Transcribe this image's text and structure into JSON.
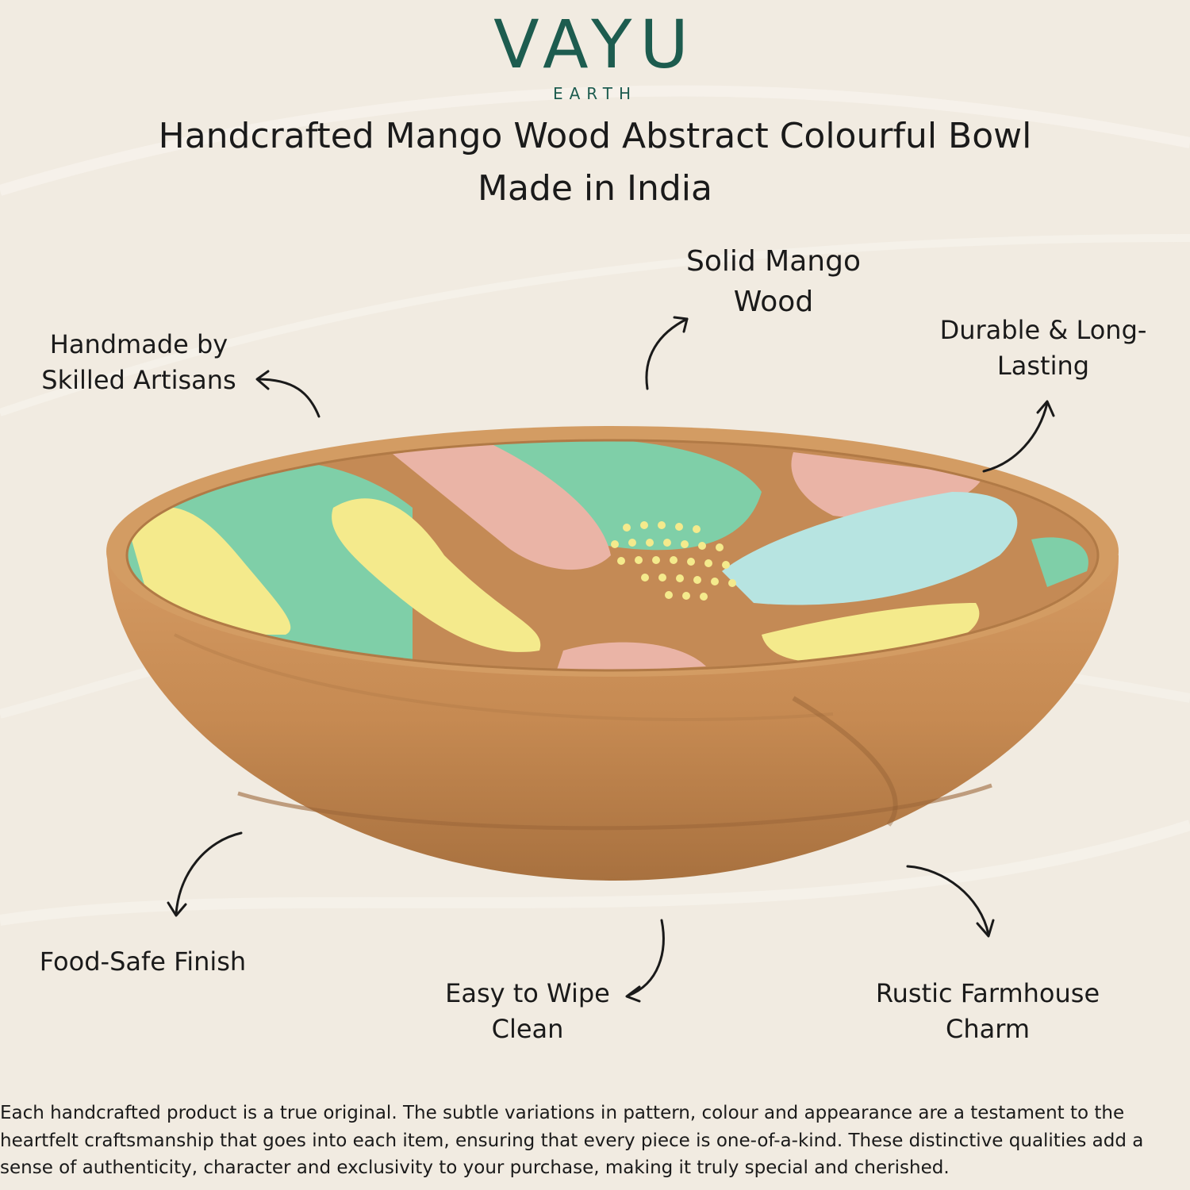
{
  "brand": {
    "name": "VAYU",
    "sub": "EARTH",
    "color": "#1d5c4f"
  },
  "title": {
    "line1": "Handcrafted Mango Wood Abstract Colourful Bowl",
    "line2": "Made in India"
  },
  "features": {
    "artisans": [
      "Handmade by",
      "Skilled Artisans"
    ],
    "wood": [
      "Solid Mango",
      "Wood"
    ],
    "durable": [
      "Durable & Long-",
      "Lasting"
    ],
    "food": [
      "Food-Safe Finish"
    ],
    "wipe": [
      "Easy to Wipe",
      "Clean"
    ],
    "rustic": [
      "Rustic Farmhouse",
      "Charm"
    ]
  },
  "disclaimer": "Each handcrafted product is a true original. The subtle variations in pattern, colour and appearance are a testament to the heartfelt craftsmanship that goes into each item, ensuring that every piece is one-of-a-kind. These distinctive qualities add a sense of authenticity, character and exclusivity to your purchase, making it truly special and cherished.",
  "colors": {
    "background": "#f1ebe1",
    "wood": "#c8915a",
    "mint": "#7fcfa8",
    "pink": "#eab4a6",
    "yellow": "#f4ea8c",
    "sky": "#b7e4e1"
  },
  "icons": [
    "curved-arrow-icon"
  ]
}
